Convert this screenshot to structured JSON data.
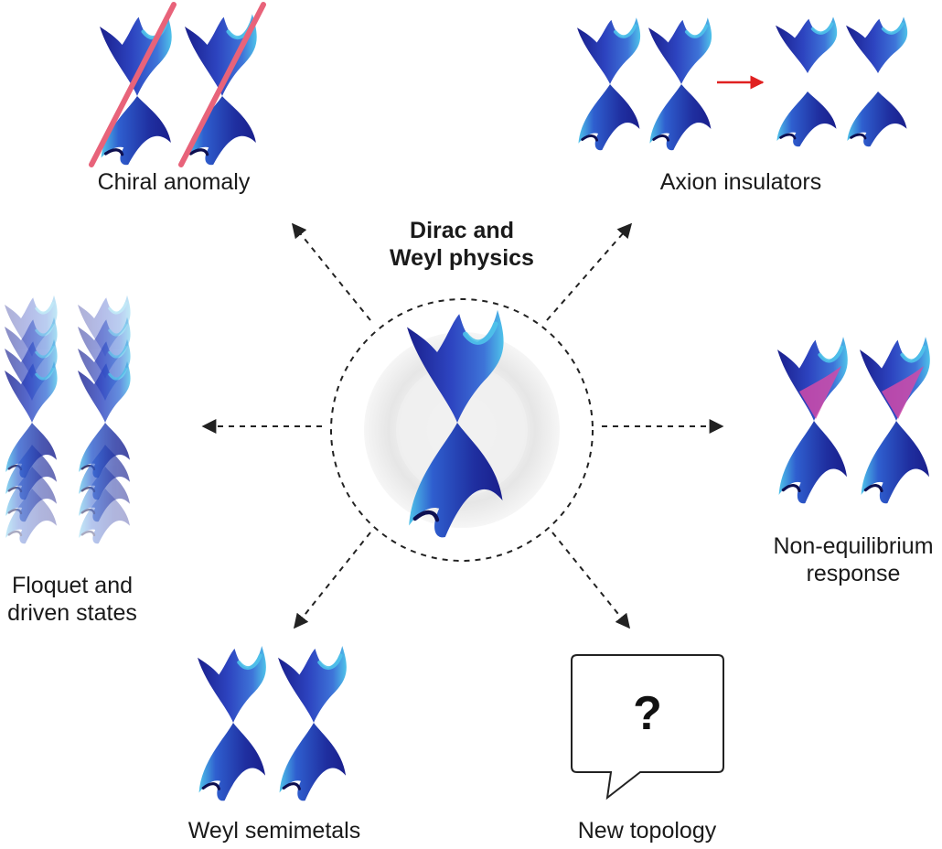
{
  "diagram": {
    "center_title": [
      "Dirac and",
      "Weyl physics"
    ],
    "topics": {
      "chiral_anomaly": [
        "Chiral anomaly"
      ],
      "axion_insulators": [
        "Axion insulators"
      ],
      "floquet": [
        "Floquet and",
        "driven states"
      ],
      "non_equilibrium": [
        "Non-equilibrium",
        "response"
      ],
      "weyl_semimetals": [
        "Weyl semimetals"
      ],
      "new_topology": [
        "New topology"
      ]
    },
    "bubble_symbol": "?",
    "colors": {
      "cone_dark": "#1a1f8c",
      "cone_mid": "#2f4fc6",
      "cone_light": "#4fc3ea",
      "laser_line": "#e8637a",
      "red_arrow": "#e02020",
      "magenta_fill": "#d04aa8",
      "dash_line": "#222222"
    }
  }
}
